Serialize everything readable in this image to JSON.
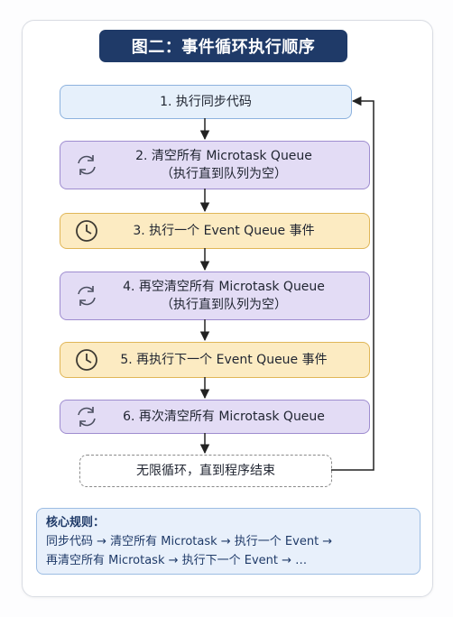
{
  "title": "图二：事件循环执行顺序",
  "steps": [
    {
      "text": "1.  执行同步代码",
      "sub": "",
      "icon": ""
    },
    {
      "text": "2. 清空所有 Microtask Queue",
      "sub": "（执行直到队列为空）",
      "icon": "refresh-icon"
    },
    {
      "text": "3. 执行一个 Event Queue 事件",
      "sub": "",
      "icon": "clock-icon"
    },
    {
      "text": "4. 再空清空所有 Microtask Queue",
      "sub": "（执行直到队列为空）",
      "icon": "refresh-icon"
    },
    {
      "text": "5. 再执行下一个 Event Queue 事件",
      "sub": "",
      "icon": "clock-icon"
    },
    {
      "text": "6. 再次清空所有 Microtask Queue",
      "sub": "",
      "icon": "refresh-icon"
    }
  ],
  "loop_text": "无限循环，直到程序结束",
  "rules": {
    "heading": "核心规则：",
    "line1": "同步代码 → 清空所有 Microtask → 执行一个 Event →",
    "line2": "再清空所有 Microtask → 执行下一个 Event → …"
  },
  "colors": {
    "title_bg": "#1f3a68",
    "blue": "#e6f0fb",
    "purple": "#e3dcf5",
    "yellow": "#fcebc2"
  }
}
